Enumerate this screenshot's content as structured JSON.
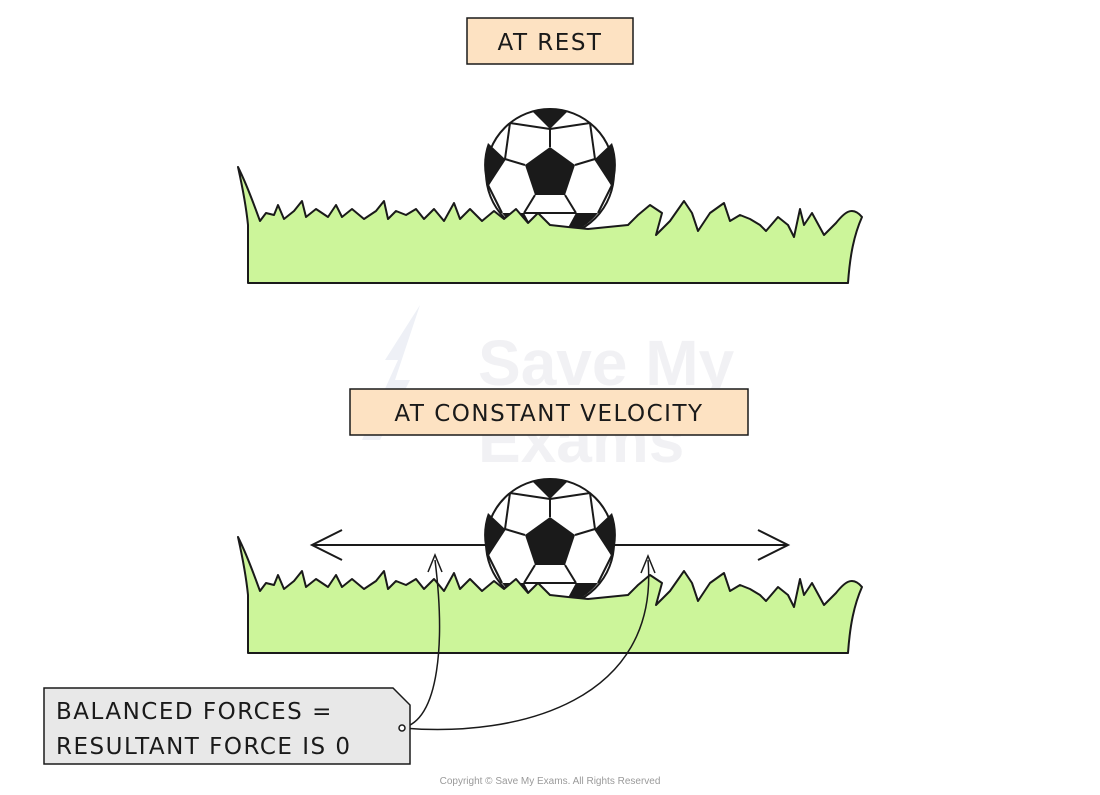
{
  "labels": {
    "at_rest": "AT  REST",
    "at_constant_velocity": "AT  CONSTANT  VELOCITY"
  },
  "callout": {
    "line1": "BALANCED  FORCES =",
    "line2": "RESULTANT  FORCE IS 0"
  },
  "watermark": {
    "line1": "Save My",
    "line2": "Exams"
  },
  "copyright": "Copyright © Save My Exams. All Rights Reserved",
  "colors": {
    "label_fill": "#fde2c2",
    "grass_fill": "#ccf59a",
    "callout_fill": "#e8e8e8",
    "outline": "#1a1a1a",
    "watermark": "#f1f1f4"
  },
  "icons": {
    "ball": "football-icon",
    "grass": "grass-icon",
    "arrow": "force-arrow-icon"
  }
}
